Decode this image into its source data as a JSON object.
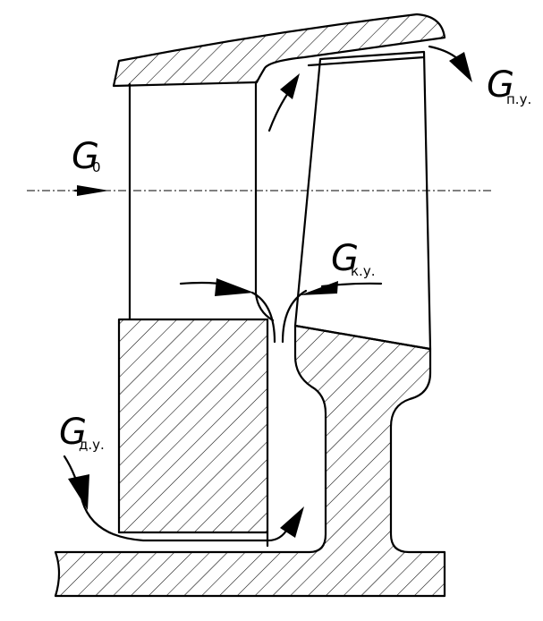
{
  "labels": {
    "g0_main": "G",
    "g0_sub": "0",
    "gpu_main": "G",
    "gpu_sub": "п.у.",
    "gku_main": "G",
    "gku_sub": "к.у.",
    "gdu_main": "G",
    "gdu_sub": "д.у."
  },
  "colors": {
    "ink": "#000000",
    "background": "#ffffff"
  }
}
